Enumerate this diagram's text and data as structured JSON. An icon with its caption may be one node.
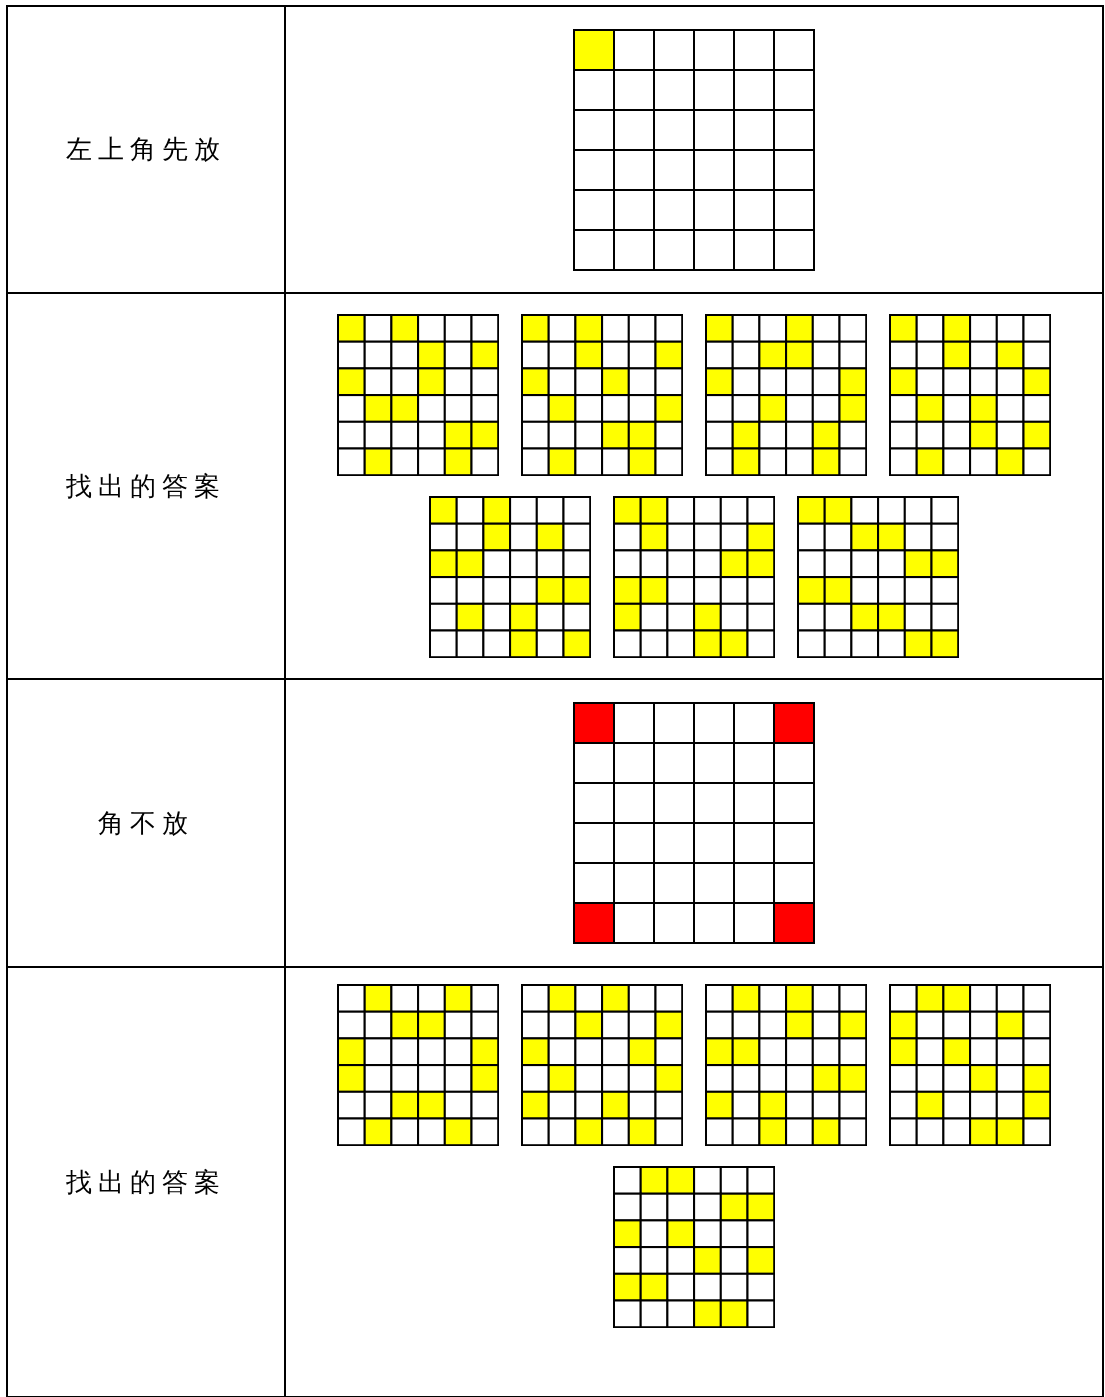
{
  "diagram": {
    "labels": [
      "左上角先放",
      "找出的答案",
      "角不放",
      "找出的答案"
    ]
  }
}
